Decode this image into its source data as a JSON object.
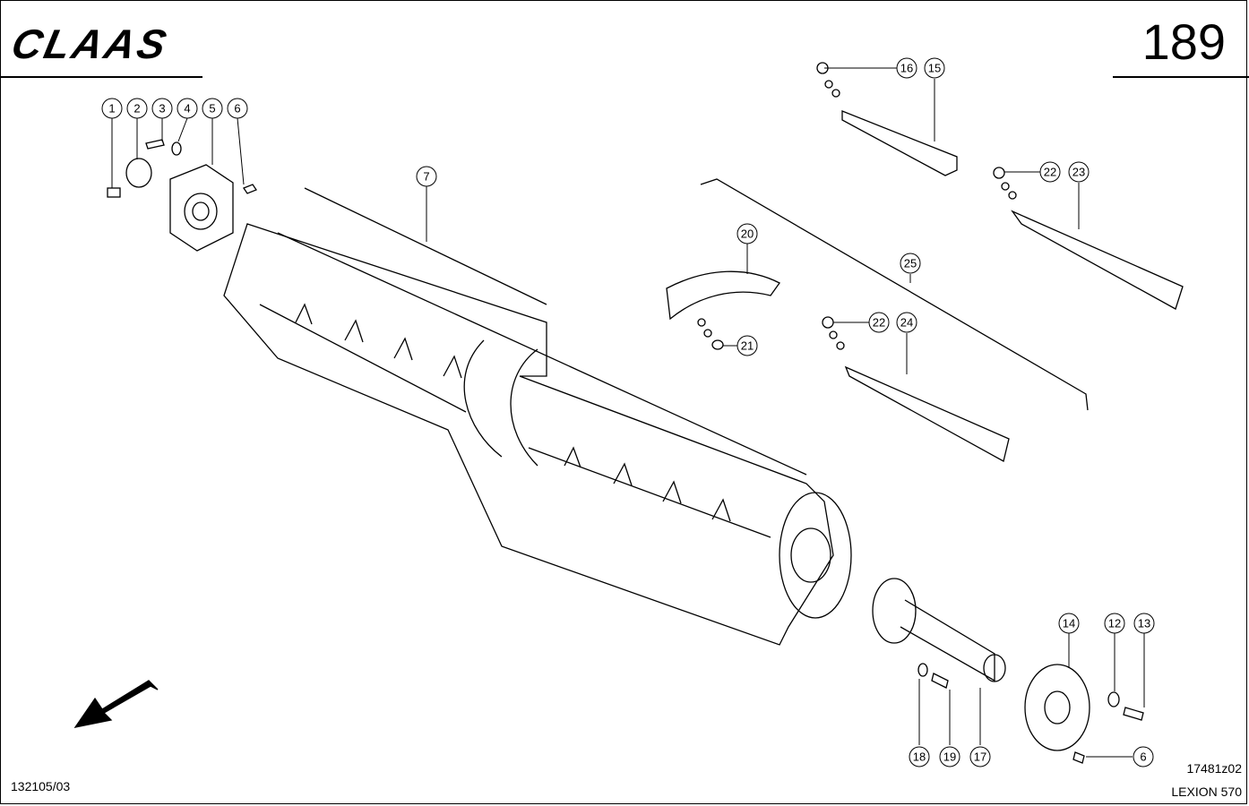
{
  "header": {
    "brand": "CLAAS",
    "page_number": "189"
  },
  "footer": {
    "doc_id": "132105/03",
    "figure_id": "17481z02",
    "model": "LEXION 570"
  },
  "callouts": [
    "1",
    "2",
    "3",
    "4",
    "5",
    "6",
    "7",
    "14",
    "12",
    "13",
    "16",
    "15",
    "20",
    "21",
    "22",
    "23",
    "25",
    "22",
    "24",
    "18",
    "19",
    "17",
    "6"
  ]
}
